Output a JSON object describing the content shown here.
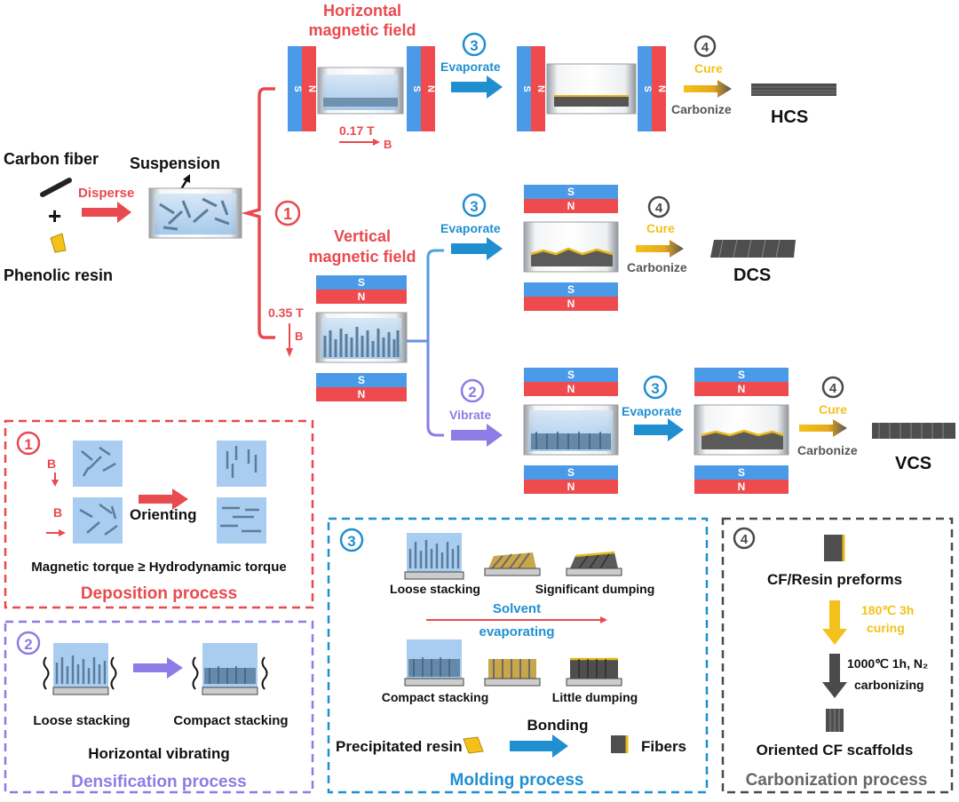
{
  "colors": {
    "red": "#e84a4f",
    "blue": "#1f8fd0",
    "purple": "#8c7ce6",
    "gold": "#f2c21b",
    "dark": "#4a4a4a",
    "magnet_s": "#4a9ae8",
    "magnet_n": "#ef4b4e",
    "fluid": "#a9cdf0",
    "fiber": "#5a7d9c"
  },
  "inputs": {
    "carbon_fiber": "Carbon fiber",
    "plus": "+",
    "phenolic_resin": "Phenolic resin",
    "disperse": "Disperse",
    "suspension": "Suspension"
  },
  "steps": {
    "one": "1",
    "two": "2",
    "three": "3",
    "four": "4"
  },
  "magnet": {
    "s": "S",
    "n": "N"
  },
  "horizontal": {
    "title_line1": "Horizontal",
    "title_line2": "magnetic field",
    "field_strength": "0.17 T",
    "field_symbol": "B",
    "evaporate": "Evaporate",
    "cure": "Cure",
    "carbonize": "Carbonize",
    "product": "HCS"
  },
  "vertical": {
    "title_line1": "Vertical",
    "title_line2": "magnetic field",
    "field_strength": "0.35 T",
    "field_symbol": "B",
    "evaporate": "Evaporate",
    "cure": "Cure",
    "carbonize": "Carbonize",
    "product": "DCS"
  },
  "vibrated": {
    "vibrate": "Vibrate",
    "evaporate": "Evaporate",
    "cure": "Cure",
    "carbonize": "Carbonize",
    "product": "VCS"
  },
  "deposition": {
    "b1": "B",
    "b2": "B",
    "orienting": "Orienting",
    "torque": "Magnetic torque ≥ Hydrodynamic torque",
    "title": "Deposition process"
  },
  "densification": {
    "loose": "Loose stacking",
    "compact": "Compact stacking",
    "vibrating": "Horizontal vibrating",
    "title": "Densification process"
  },
  "molding": {
    "loose": "Loose stacking",
    "significant": "Significant dumping",
    "solvent": "Solvent",
    "evaporating": "evaporating",
    "compact": "Compact stacking",
    "little": "Little dumping",
    "bonding": "Bonding",
    "resin": "Precipitated resin",
    "fibers": "Fibers",
    "title": "Molding process"
  },
  "carbonization": {
    "preforms": "CF/Resin preforms",
    "curing_temp": "180℃ 3h",
    "curing": "curing",
    "carb_temp": "1000℃ 1h, N₂",
    "carbonizing": "carbonizing",
    "scaffolds": "Oriented CF scaffolds",
    "title": "Carbonization process"
  }
}
